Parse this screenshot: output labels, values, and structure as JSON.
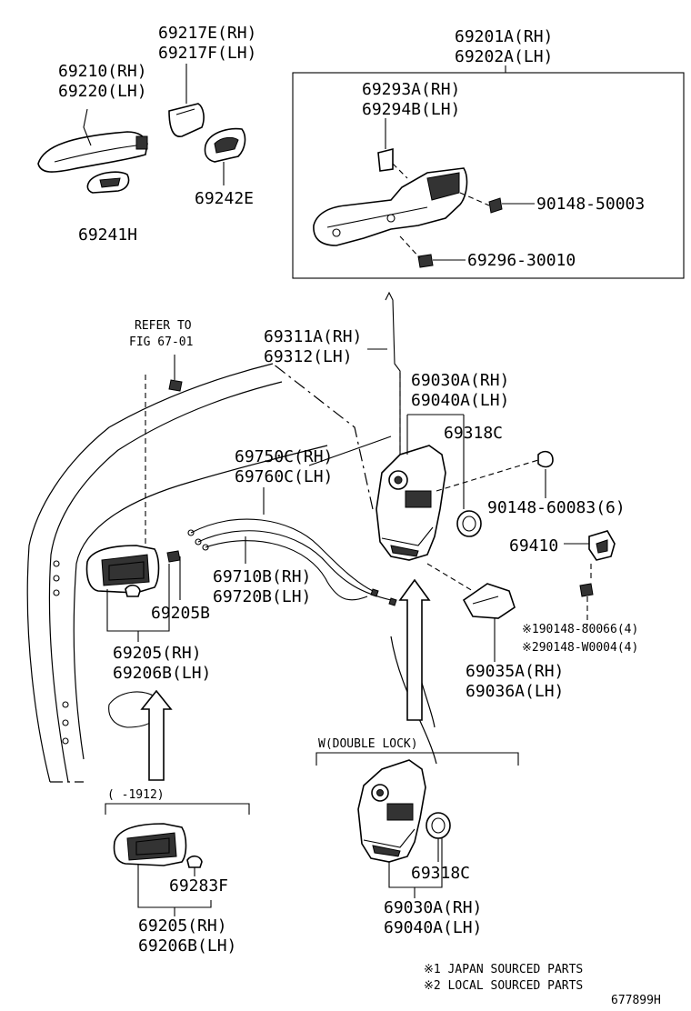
{
  "labels": {
    "l_69217": [
      "69217E(RH)",
      "69217F(LH)"
    ],
    "l_69210": [
      "69210(RH)",
      "69220(LH)"
    ],
    "l_69242E": "69242E",
    "l_69241H": "69241H",
    "l_69201": [
      "69201A(RH)",
      "69202A(LH)"
    ],
    "l_69293": [
      "69293A(RH)",
      "69294B(LH)"
    ],
    "l_90148_50003": "90148-50003",
    "l_69296": "69296-30010",
    "l_refer": [
      "REFER TO",
      "FIG 67-01"
    ],
    "l_69311": [
      "69311A(RH)",
      "69312(LH)"
    ],
    "l_69030_top": [
      "69030A(RH)",
      "69040A(LH)"
    ],
    "l_69318C_top": "69318C",
    "l_69750": [
      "69750C(RH)",
      "69760C(LH)"
    ],
    "l_90148_60083": "90148-60083(6)",
    "l_69410": "69410",
    "l_69710": [
      "69710B(RH)",
      "69720B(LH)"
    ],
    "l_69205B": "69205B",
    "l_90148_80066": "※190148-80066(4)",
    "l_90148_w0004": "※290148-W0004(4)",
    "l_69205_mid": [
      "69205(RH)",
      "69206B(LH)"
    ],
    "l_69035": [
      "69035A(RH)",
      "69036A(LH)"
    ],
    "l_double_lock": "W(DOUBLE LOCK)",
    "l_1912": "(    -1912)",
    "l_69318C_bot": "69318C",
    "l_69283F": "69283F",
    "l_69205_bot": [
      "69205(RH)",
      "69206B(LH)"
    ],
    "l_69030_bot": [
      "69030A(RH)",
      "69040A(LH)"
    ],
    "note1": "※1 JAPAN SOURCED PARTS",
    "note2": "※2 LOCAL SOURCED PARTS",
    "illustration_id": "677899H"
  }
}
